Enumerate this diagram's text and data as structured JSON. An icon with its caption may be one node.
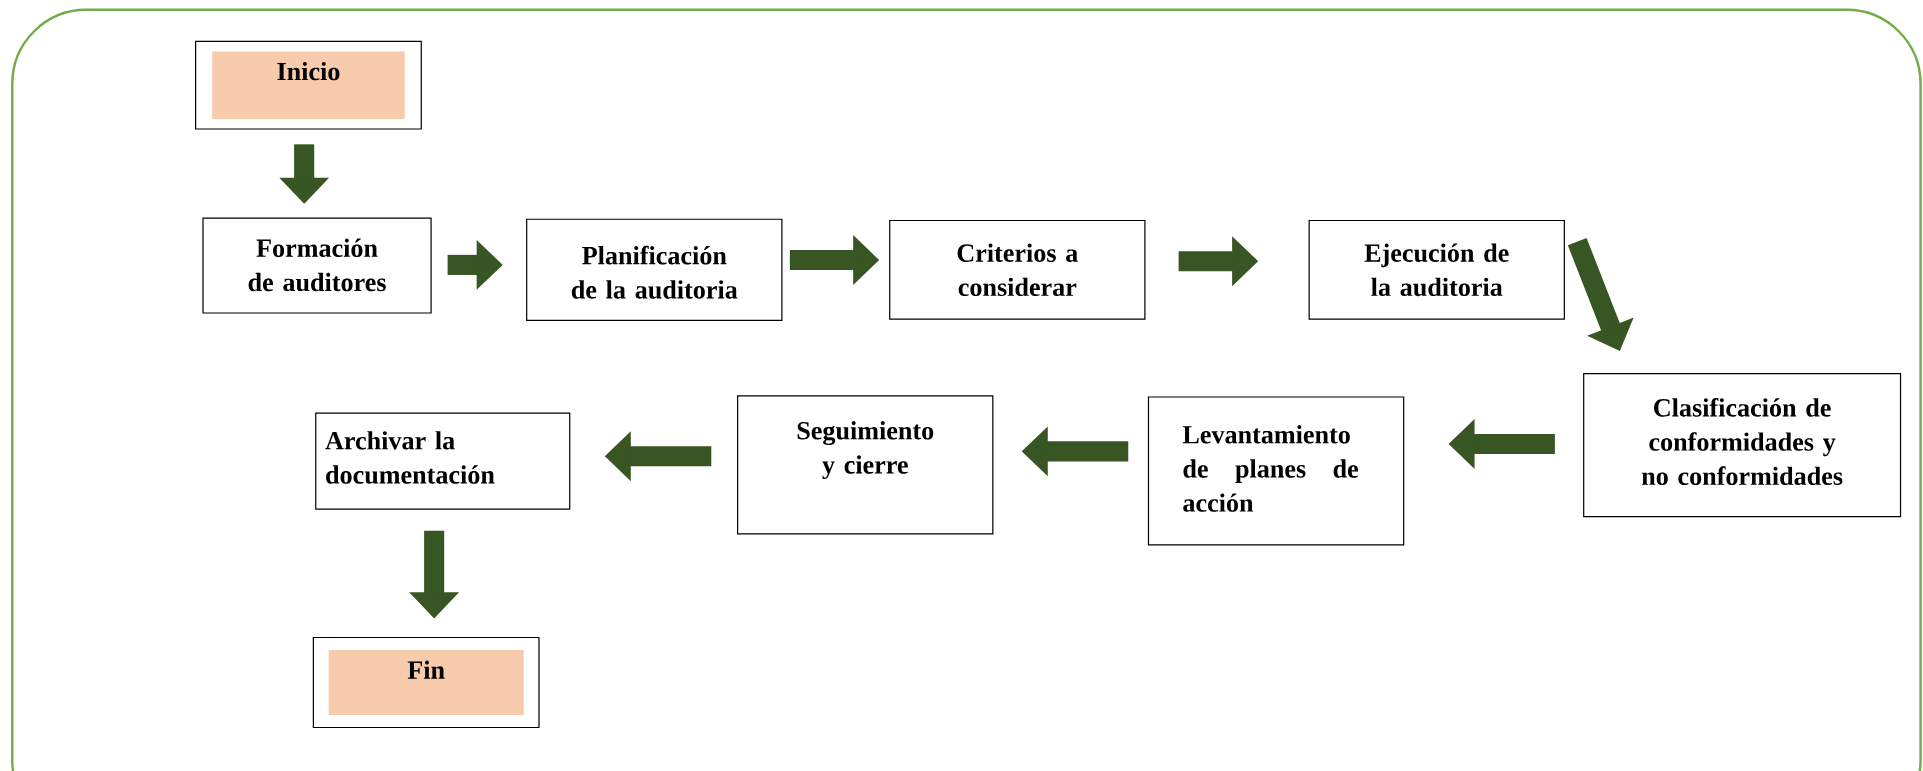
{
  "diagram": {
    "nodes": [
      {
        "text": [
          "Inicio"
        ]
      },
      {
        "text": [
          "Formación de auditores"
        ]
      },
      {
        "text": [
          "Planificación de la auditoria"
        ]
      },
      {
        "text": [
          "Criterios a considerar"
        ]
      },
      {
        "text": [
          "Ejecución de la auditoria"
        ]
      },
      {
        "text": [
          "Clasificación de conformidades y no conformidades"
        ]
      },
      {
        "text": [
          "Levantamiento de planes de acción"
        ]
      },
      {
        "text": [
          "Seguimiento y cierre"
        ]
      },
      {
        "text": [
          "Archivar la documentación"
        ]
      },
      {
        "text": [
          "Fin"
        ]
      }
    ],
    "edges": [
      {
        "from": 0,
        "to": 1,
        "arrow": "to"
      },
      {
        "from": 1,
        "to": 2,
        "arrow": "to"
      },
      {
        "from": 2,
        "to": 3,
        "arrow": "to"
      },
      {
        "from": 3,
        "to": 4,
        "arrow": "to"
      },
      {
        "from": 4,
        "to": 5,
        "arrow": "to"
      },
      {
        "from": 5,
        "to": 6,
        "arrow": "to"
      },
      {
        "from": 6,
        "to": 7,
        "arrow": "to"
      },
      {
        "from": 7,
        "to": 8,
        "arrow": "to"
      },
      {
        "from": 8,
        "to": 9,
        "arrow": "to"
      }
    ]
  }
}
